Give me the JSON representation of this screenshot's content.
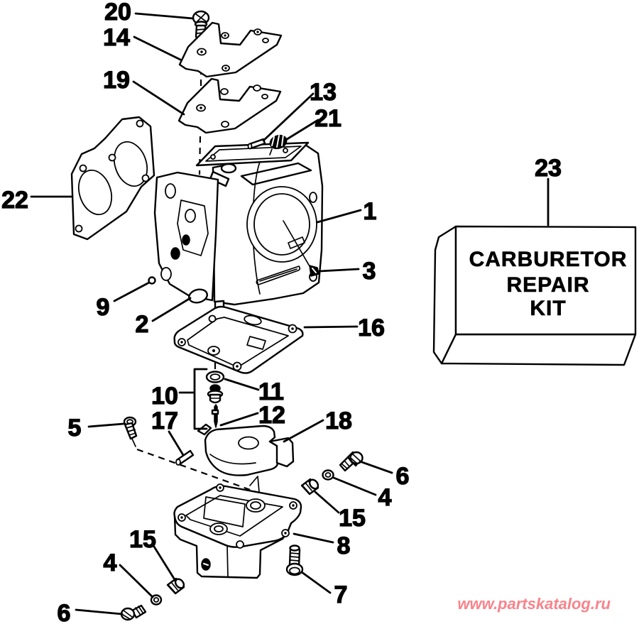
{
  "callouts": [
    {
      "id": "20",
      "label": "20"
    },
    {
      "id": "14",
      "label": "14"
    },
    {
      "id": "19",
      "label": "19"
    },
    {
      "id": "13",
      "label": "13"
    },
    {
      "id": "21",
      "label": "21"
    },
    {
      "id": "22",
      "label": "22"
    },
    {
      "id": "1",
      "label": "1"
    },
    {
      "id": "3",
      "label": "3"
    },
    {
      "id": "9",
      "label": "9"
    },
    {
      "id": "2",
      "label": "2"
    },
    {
      "id": "16",
      "label": "16"
    },
    {
      "id": "10",
      "label": "10"
    },
    {
      "id": "11",
      "label": "11"
    },
    {
      "id": "12",
      "label": "12"
    },
    {
      "id": "5",
      "label": "5"
    },
    {
      "id": "17",
      "label": "17"
    },
    {
      "id": "18",
      "label": "18"
    },
    {
      "id": "6-right",
      "label": "6"
    },
    {
      "id": "4-right",
      "label": "4"
    },
    {
      "id": "15-right",
      "label": "15"
    },
    {
      "id": "8",
      "label": "8"
    },
    {
      "id": "7",
      "label": "7"
    },
    {
      "id": "15-left",
      "label": "15"
    },
    {
      "id": "4-left",
      "label": "4"
    },
    {
      "id": "6-left",
      "label": "6"
    },
    {
      "id": "23",
      "label": "23"
    }
  ],
  "kit_box": {
    "line1": "CARBURETOR",
    "line2": "REPAIR",
    "line3": "KIT"
  },
  "watermark": {
    "text": "www.partskatalog.ru",
    "color": "#f8838b"
  },
  "colors": {
    "ink": "#000000",
    "background": "#ffffff"
  }
}
